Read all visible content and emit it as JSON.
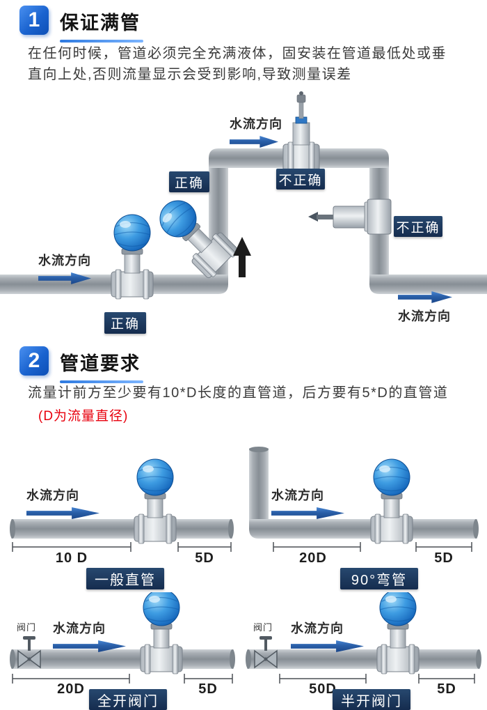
{
  "colors": {
    "accent_blue": "#1a63cf",
    "badge_navy": "#1c3a66",
    "arrow_blue": "#2a5fa8",
    "note_red": "#e8000d",
    "pipe_gray": "#9aa1a7",
    "meter_blue": "#1769bd"
  },
  "section1": {
    "number": "1",
    "title": "保证满管",
    "body": "在任何时候，管道必须完全充满液体，固安装在管道最低处或垂直向上处,否则流量显示会受到影响,导致测量误差",
    "diagram": {
      "flow_top": "水流方向",
      "flow_left": "水流方向",
      "flow_bottom_right": "水流方向",
      "correct_mid": "正确",
      "correct_bottom": "正确",
      "incorrect_top": "不正确",
      "incorrect_right": "不正确"
    }
  },
  "section2": {
    "number": "2",
    "title": "管道要求",
    "body": "流量计前方至少要有10*D长度的直管道，后方要有5*D的直管道",
    "note": "(D为流量直径)",
    "diagrams": {
      "straight": {
        "flow": "水流方向",
        "dim_front": "10 D",
        "dim_back": "5D",
        "caption": "一般直管"
      },
      "bend": {
        "flow": "水流方向",
        "dim_front": "20D",
        "dim_back": "5D",
        "caption": "90°弯管"
      },
      "valve_open": {
        "valve": "阀门",
        "flow": "水流方向",
        "dim_front": "20D",
        "dim_back": "5D",
        "caption": "全开阀门"
      },
      "valve_half": {
        "valve": "阀门",
        "flow": "水流方向",
        "dim_front": "50D",
        "dim_back": "5D",
        "caption": "半开阀门"
      }
    }
  }
}
